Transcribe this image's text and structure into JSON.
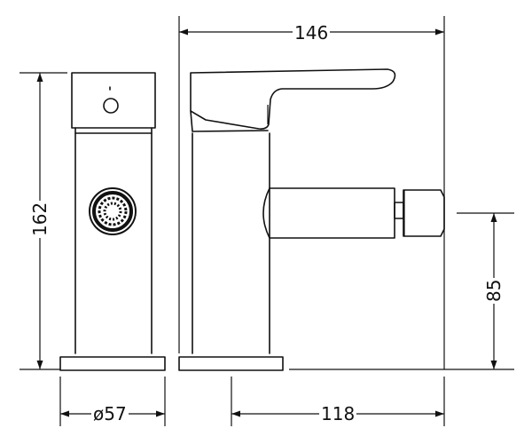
{
  "dimensions": {
    "overall_width": "146",
    "overall_height": "162",
    "base_diameter": "ø57",
    "spout_reach": "118",
    "spout_height": "85"
  },
  "colors": {
    "line": "#111111",
    "background": "#ffffff"
  }
}
